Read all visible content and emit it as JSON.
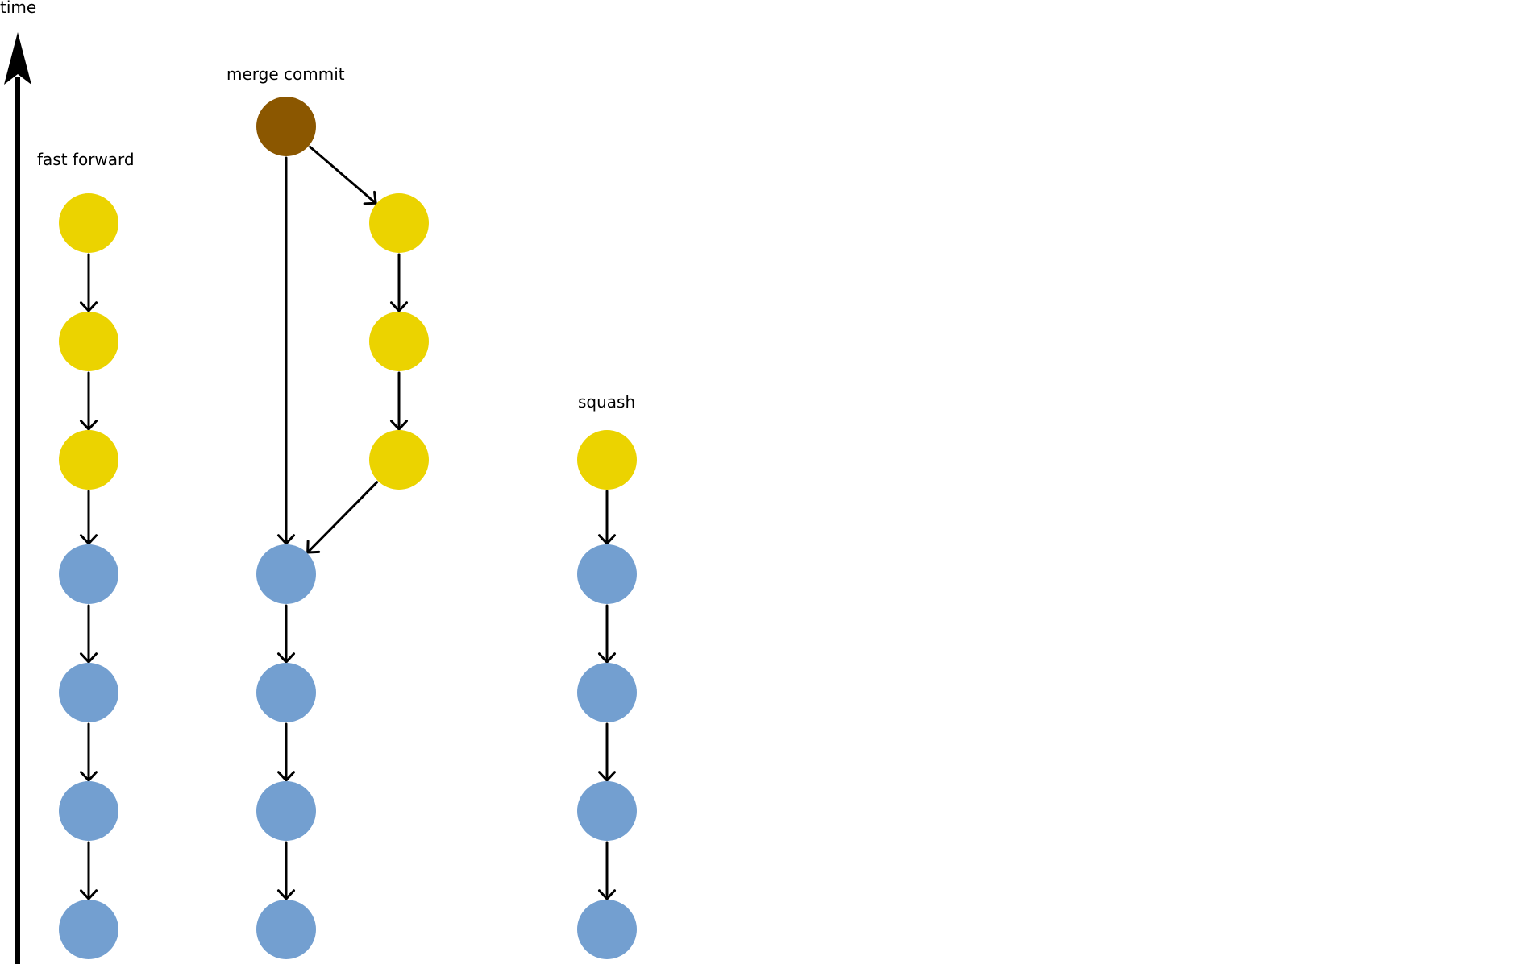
{
  "axis": {
    "label": "time"
  },
  "colors": {
    "base": "#739FD0",
    "feature": "#EBD300",
    "merge": "#8B5700",
    "ink": "#000000"
  },
  "groups": [
    {
      "id": "fast-forward",
      "label": "fast forward",
      "nodes": [
        {
          "id": "ff-1",
          "kind": "base"
        },
        {
          "id": "ff-2",
          "kind": "base"
        },
        {
          "id": "ff-3",
          "kind": "base"
        },
        {
          "id": "ff-4",
          "kind": "base"
        },
        {
          "id": "ff-5",
          "kind": "feature"
        },
        {
          "id": "ff-6",
          "kind": "feature"
        },
        {
          "id": "ff-7",
          "kind": "feature"
        }
      ],
      "edges": [
        [
          "ff-7",
          "ff-6"
        ],
        [
          "ff-6",
          "ff-5"
        ],
        [
          "ff-5",
          "ff-4"
        ],
        [
          "ff-4",
          "ff-3"
        ],
        [
          "ff-3",
          "ff-2"
        ],
        [
          "ff-2",
          "ff-1"
        ]
      ]
    },
    {
      "id": "merge-commit",
      "label": "merge commit",
      "nodes": [
        {
          "id": "mc-1",
          "kind": "base"
        },
        {
          "id": "mc-2",
          "kind": "base"
        },
        {
          "id": "mc-3",
          "kind": "base"
        },
        {
          "id": "mc-4",
          "kind": "base"
        },
        {
          "id": "mc-f1",
          "kind": "feature"
        },
        {
          "id": "mc-f2",
          "kind": "feature"
        },
        {
          "id": "mc-f3",
          "kind": "feature"
        },
        {
          "id": "mc-m",
          "kind": "merge"
        }
      ],
      "edges": [
        [
          "mc-m",
          "mc-4"
        ],
        [
          "mc-m",
          "mc-f3"
        ],
        [
          "mc-f3",
          "mc-f2"
        ],
        [
          "mc-f2",
          "mc-f1"
        ],
        [
          "mc-f1",
          "mc-4"
        ],
        [
          "mc-4",
          "mc-3"
        ],
        [
          "mc-3",
          "mc-2"
        ],
        [
          "mc-2",
          "mc-1"
        ]
      ]
    },
    {
      "id": "squash",
      "label": "squash",
      "nodes": [
        {
          "id": "sq-1",
          "kind": "base"
        },
        {
          "id": "sq-2",
          "kind": "base"
        },
        {
          "id": "sq-3",
          "kind": "base"
        },
        {
          "id": "sq-4",
          "kind": "base"
        },
        {
          "id": "sq-5",
          "kind": "feature"
        }
      ],
      "edges": [
        [
          "sq-5",
          "sq-4"
        ],
        [
          "sq-4",
          "sq-3"
        ],
        [
          "sq-3",
          "sq-2"
        ],
        [
          "sq-2",
          "sq-1"
        ]
      ]
    }
  ]
}
